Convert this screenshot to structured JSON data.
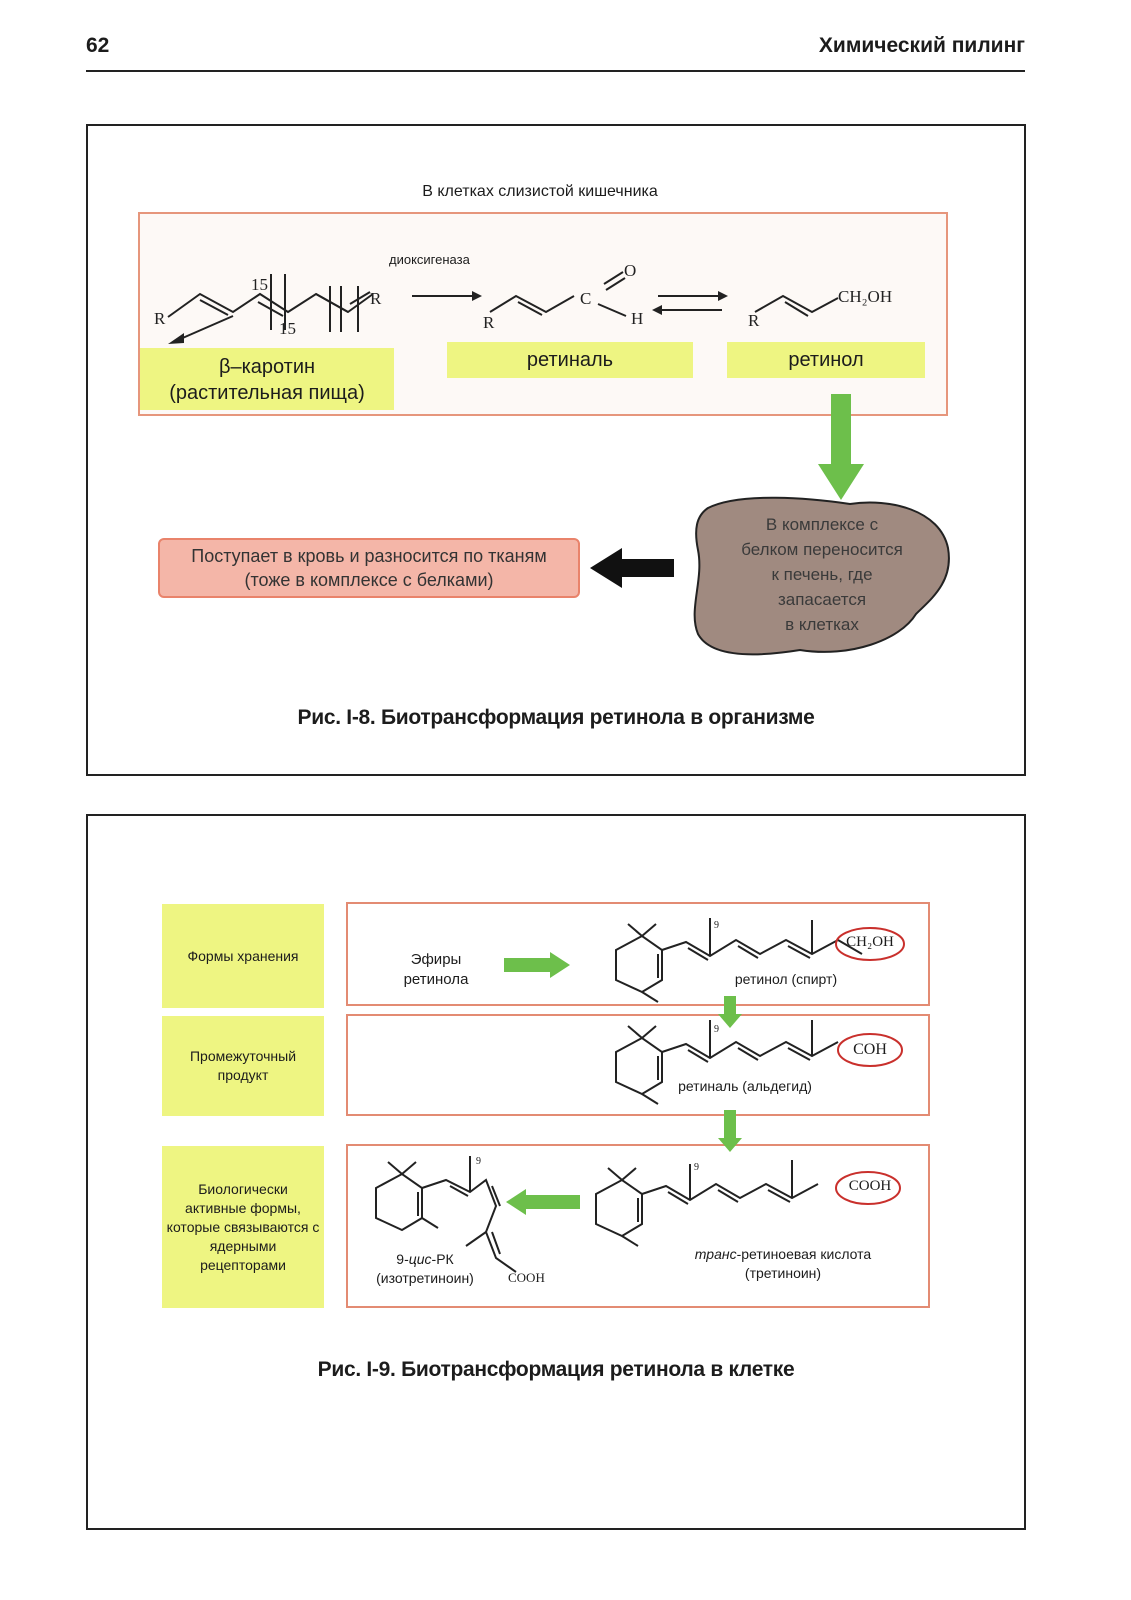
{
  "header": {
    "page_number": "62",
    "running_head": "Химический пилинг"
  },
  "figure1": {
    "box_title": "В клетках слизистой кишечника",
    "enzyme_label": "диоксигеназа",
    "beta_carotene_line1": "β–каротин",
    "beta_carotene_line2": "(растительная пища)",
    "retinal_label": "ретиналь",
    "retinol_label": "ретинол",
    "atom_R": "R",
    "atom_C": "C",
    "atom_O": "O",
    "atom_H": "H",
    "ch2oh": "CH₂OH",
    "position_15": "15",
    "transport_text": "Поступает в кровь и разносится по тканям (тоже в комплексе с белками)",
    "blob_lines": [
      "В комплексе с",
      "белком переносится",
      "к печень, где",
      "запасается",
      "в клетках"
    ],
    "caption_number": "Рис. I-8.",
    "caption_text": " Биотрансформация ретинола в организме",
    "colors": {
      "yellow": "#eef582",
      "salmon": "#e6967c",
      "green_arrow": "#6dbf4b",
      "blob": "#a08a80"
    }
  },
  "figure2": {
    "side_labels": [
      "Формы хранения",
      "Промежуточный продукт",
      "Биологически активные формы, которые связываются с ядерными рецепторами"
    ],
    "retinol_esters": "Эфиры ретинола",
    "retinol_caption": "ретинол (спирт)",
    "retinal_caption": "ретиналь (альдегид)",
    "group_ch2oh": "CH₂OH",
    "group_coh": "COH",
    "group_cooh": "COOH",
    "position_9": "9",
    "cis_name_prefix": "9-",
    "cis_name_italic": "цис",
    "cis_name_suffix": "-РК",
    "cis_common_name": "(изотретиноин)",
    "cis_cooh": "COOH",
    "trans_name_italic": "транс",
    "trans_name_suffix": "-ретиноевая кислота",
    "trans_common_name": "(третиноин)",
    "caption_number": "Рис. I-9.",
    "caption_text": " Биотрансформация ретинола в клетке"
  }
}
